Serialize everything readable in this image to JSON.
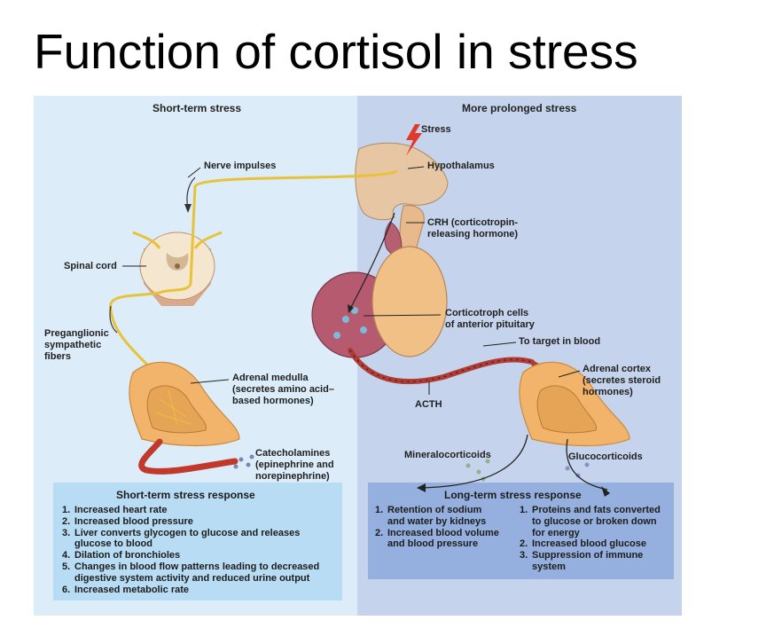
{
  "title": "Function of cortisol in stress",
  "short_term": {
    "header": "Short-term stress",
    "labels": {
      "nerve_impulses": "Nerve impulses",
      "spinal_cord": "Spinal cord",
      "preganglionic": [
        "Preganglionic",
        "sympathetic",
        "fibers"
      ],
      "adrenal_medulla": [
        "Adrenal medulla",
        "(secretes amino acid–",
        "based hormones)"
      ],
      "catecholamines": [
        "Catecholamines",
        "(epinephrine and",
        "norepinephrine)"
      ]
    },
    "response": {
      "title": "Short-term stress response",
      "items": [
        {
          "num": "1.",
          "lines": [
            "Increased heart rate"
          ]
        },
        {
          "num": "2.",
          "lines": [
            "Increased blood pressure"
          ]
        },
        {
          "num": "3.",
          "lines": [
            "Liver converts glycogen to glucose and releases",
            "glucose to blood"
          ]
        },
        {
          "num": "4.",
          "lines": [
            "Dilation of bronchioles"
          ]
        },
        {
          "num": "5.",
          "lines": [
            "Changes in blood flow patterns leading to decreased",
            "digestive system activity and reduced urine output"
          ]
        },
        {
          "num": "6.",
          "lines": [
            "Increased metabolic rate"
          ]
        }
      ]
    }
  },
  "prolonged": {
    "header": "More prolonged stress",
    "labels": {
      "stress": "Stress",
      "hypothalamus": "Hypothalamus",
      "crh": [
        "CRH (corticotropin-",
        "releasing hormone)"
      ],
      "corticotroph": [
        "Corticotroph cells",
        "of anterior pituitary"
      ],
      "to_target": "To target in blood",
      "acth": "ACTH",
      "adrenal_cortex": [
        "Adrenal cortex",
        "(secretes steroid",
        "hormones)"
      ],
      "mineralocorticoids": "Mineralocorticoids",
      "glucocorticoids": "Glucocorticoids"
    },
    "response": {
      "title": "Long-term stress response",
      "col1": [
        {
          "num": "1.",
          "lines": [
            "Retention of sodium",
            "and water by kidneys"
          ]
        },
        {
          "num": "2.",
          "lines": [
            "Increased blood volume",
            "and blood pressure"
          ]
        }
      ],
      "col2": [
        {
          "num": "1.",
          "lines": [
            "Proteins and fats converted",
            "to glucose or broken down",
            "for energy"
          ]
        },
        {
          "num": "2.",
          "lines": [
            "Increased blood glucose"
          ]
        },
        {
          "num": "3.",
          "lines": [
            "Suppression of immune",
            "system"
          ]
        }
      ]
    }
  },
  "colors": {
    "left_panel": "#dcedf9",
    "right_panel": "#c5d4ec",
    "left_response": "#b8dcf4",
    "right_response": "#95b0de",
    "nerve": "#e8c23a",
    "blood_vessel": "#c0392b",
    "gland": "#f2b46a"
  }
}
